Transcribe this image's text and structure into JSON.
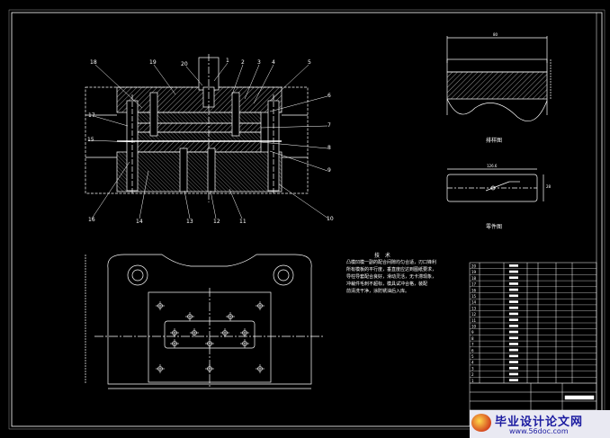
{
  "drawing": {
    "part_labels": {
      "n1": "1",
      "n2": "2",
      "n3": "3",
      "n4": "4",
      "n5": "5",
      "n6": "6",
      "n7": "7",
      "n8": "8",
      "n9": "9",
      "n10": "10",
      "n11": "11",
      "n12": "12",
      "n13": "13",
      "n14": "14",
      "n15": "15",
      "n16": "16",
      "n17": "17",
      "n18": "18",
      "n19": "19",
      "n20": "20"
    },
    "view_captions": {
      "section_view": "排样图",
      "part_view": "零件图"
    },
    "notes": {
      "title": "技 术",
      "lines": [
        "凸模凹模一副的配合间隙均匀合适，刃口锋利",
        "所有模板的平行度，垂直度应达到图纸要求，",
        "导柱导套配合良好，滑动灵活，无卡滞现象，",
        "冲裁件毛刺不超标，模具试冲合格，装配",
        "前清洗干净，涂防锈油后入库。"
      ]
    },
    "dimensions": {
      "top_width": "80",
      "part_width": "126.6",
      "part_height": "28"
    }
  },
  "title_block": {
    "rows": [
      "20",
      "19",
      "18",
      "17",
      "16",
      "15",
      "14",
      "13",
      "12",
      "11",
      "10",
      "9",
      "8",
      "7",
      "6",
      "5",
      "4",
      "3",
      "2",
      "1"
    ]
  },
  "watermark": {
    "text": "毕业设计论文网",
    "url": "www.56doc.com"
  },
  "colors": {
    "background": "#000000",
    "line": "#ffffff",
    "watermark": "#1a1aa0"
  }
}
